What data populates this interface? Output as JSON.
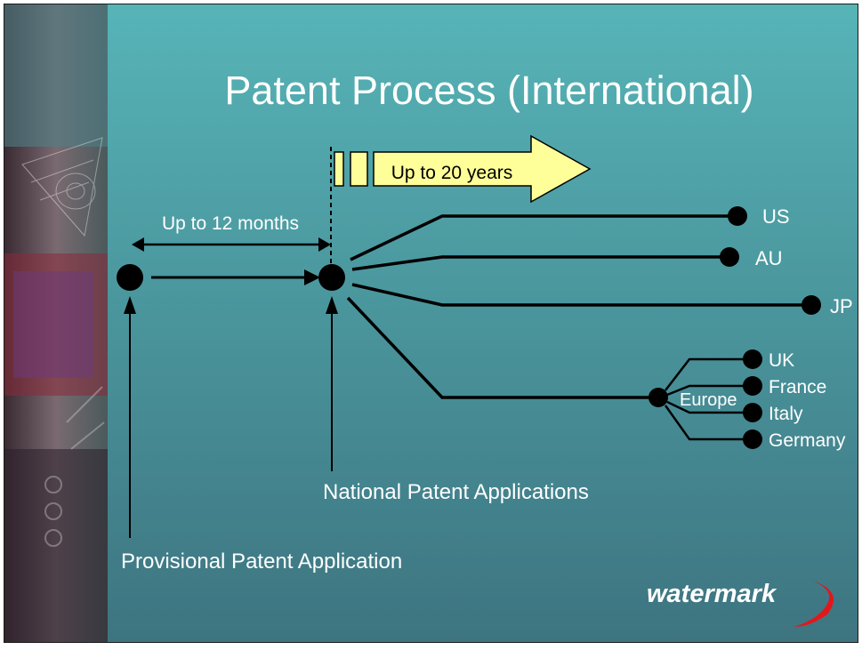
{
  "slide": {
    "title": "Patent Process (International)",
    "duration_label": "Up to 20 years",
    "interval_label": "Up to 12 months",
    "national_label": "National Patent Applications",
    "provisional_label": "Provisional Patent Application",
    "europe_label": "Europe",
    "countries": [
      "US",
      "AU",
      "JP"
    ],
    "european_countries": [
      "UK",
      "France",
      "Italy",
      "Germany"
    ],
    "logo_text": "watermark"
  },
  "colors": {
    "background_top": "#56b4b7",
    "background_bottom": "#3d7480",
    "arrow_fill": "#ffff99",
    "logo_swoosh": "#e3171b"
  }
}
